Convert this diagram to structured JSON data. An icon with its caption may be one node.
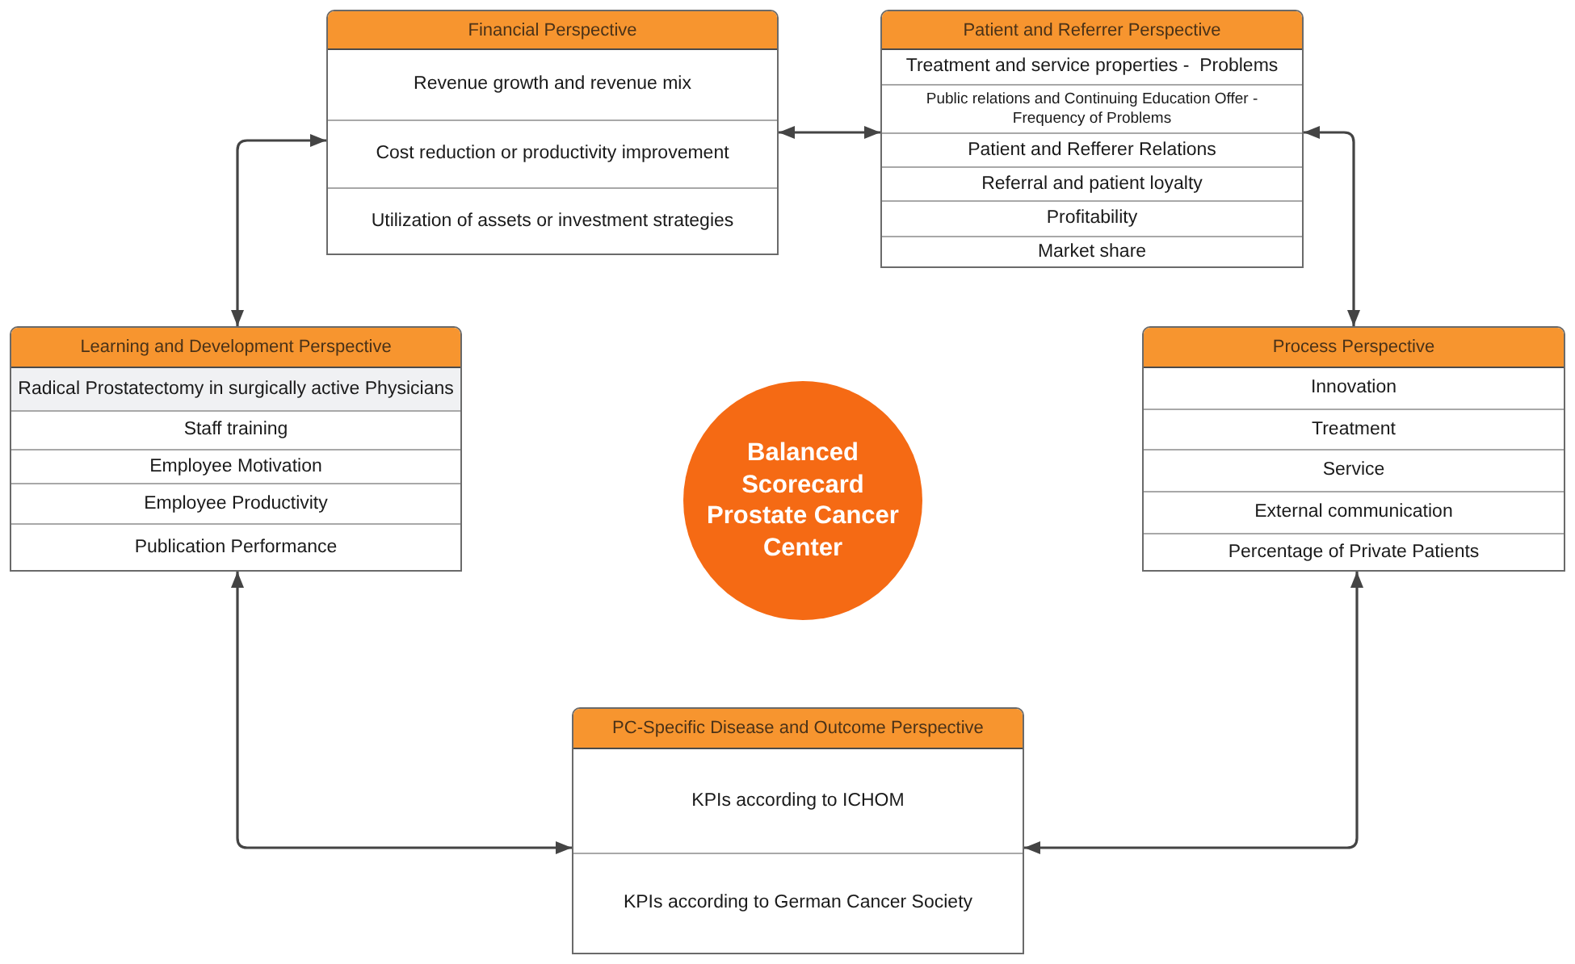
{
  "diagram": {
    "nodes": [
      {
        "text": [
          "Financial Perspective",
          "Revenue growth and revenue mix",
          "Cost reduction or productivity improvement",
          "Utilization of assets or investment strategies"
        ]
      },
      {
        "text": [
          "Patient and Referrer Perspective",
          "Treatment and service properties -  Problems",
          "Public relations and Continuing Education Offer - Frequency of Problems",
          "Patient and Refferer Relations",
          "Referral and patient loyalty",
          "Profitability",
          "Market share"
        ]
      },
      {
        "text": [
          "Learning and Development Perspective",
          "Radical Prostatectomy in surgically active Physicians",
          "Staff training",
          "Employee Motivation",
          "Employee Productivity",
          "Publication Performance"
        ]
      },
      {
        "text": [
          "Balanced Scorecard Prostate Cancer Center"
        ]
      },
      {
        "text": [
          "Process Perspective",
          "Innovation",
          "Treatment",
          "Service",
          "External communication",
          "Percentage of Private Patients"
        ]
      },
      {
        "text": [
          "PC-Specific Disease and Outcome Perspective",
          "KPIs according to ICHOM",
          "KPIs according to German Cancer Society"
        ]
      }
    ],
    "edges": [
      {
        "from": 0,
        "to": 1,
        "arrow": "both"
      },
      {
        "from": 2,
        "to": 0,
        "arrow": "both"
      },
      {
        "from": 1,
        "to": 4,
        "arrow": "both"
      },
      {
        "from": 2,
        "to": 5,
        "arrow": "both"
      },
      {
        "from": 4,
        "to": 5,
        "arrow": "both"
      }
    ]
  }
}
